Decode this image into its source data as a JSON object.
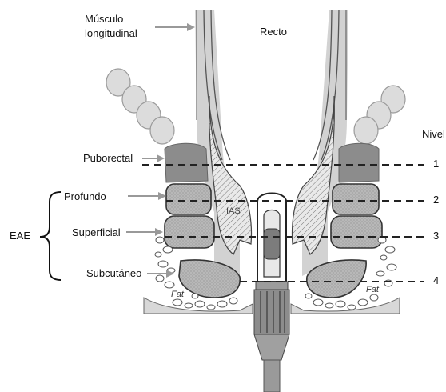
{
  "labels": {
    "musculo": "Músculo",
    "longitudinal": "longitudinal",
    "recto": "Recto",
    "nivel": "Nivel",
    "puborectal": "Puborectal",
    "profundo": "Profundo",
    "eae": "EAE",
    "superficial": "Superficial",
    "subcutaneo": "Subcutáneo",
    "ias": "IAS",
    "fat_left": "Fat",
    "fat_right": "Fat"
  },
  "levels": [
    "1",
    "2",
    "3",
    "4"
  ]
}
